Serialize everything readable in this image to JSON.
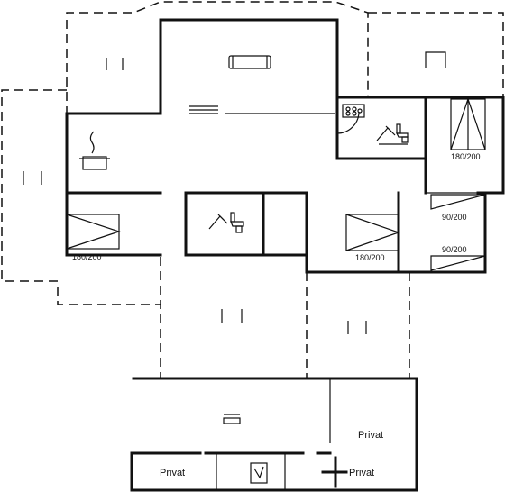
{
  "labels": {
    "bed_living": "180/200",
    "bed_left": "180/200",
    "bed_center": "180/200",
    "bed_single_upper": "90/200",
    "bed_single_lower": "90/200",
    "private_right": "Privat",
    "private_left": "Privat",
    "private_bottom_right": "Privat"
  },
  "icons": {
    "sofa": "sofa-icon",
    "kitchen": "cooking-pot-icon",
    "stove": "stove-icon",
    "shower_toilet": "shower-toilet-icon",
    "bed": "bed-icon",
    "sauna": "sauna-icon",
    "terrace": "terrace-icon"
  }
}
